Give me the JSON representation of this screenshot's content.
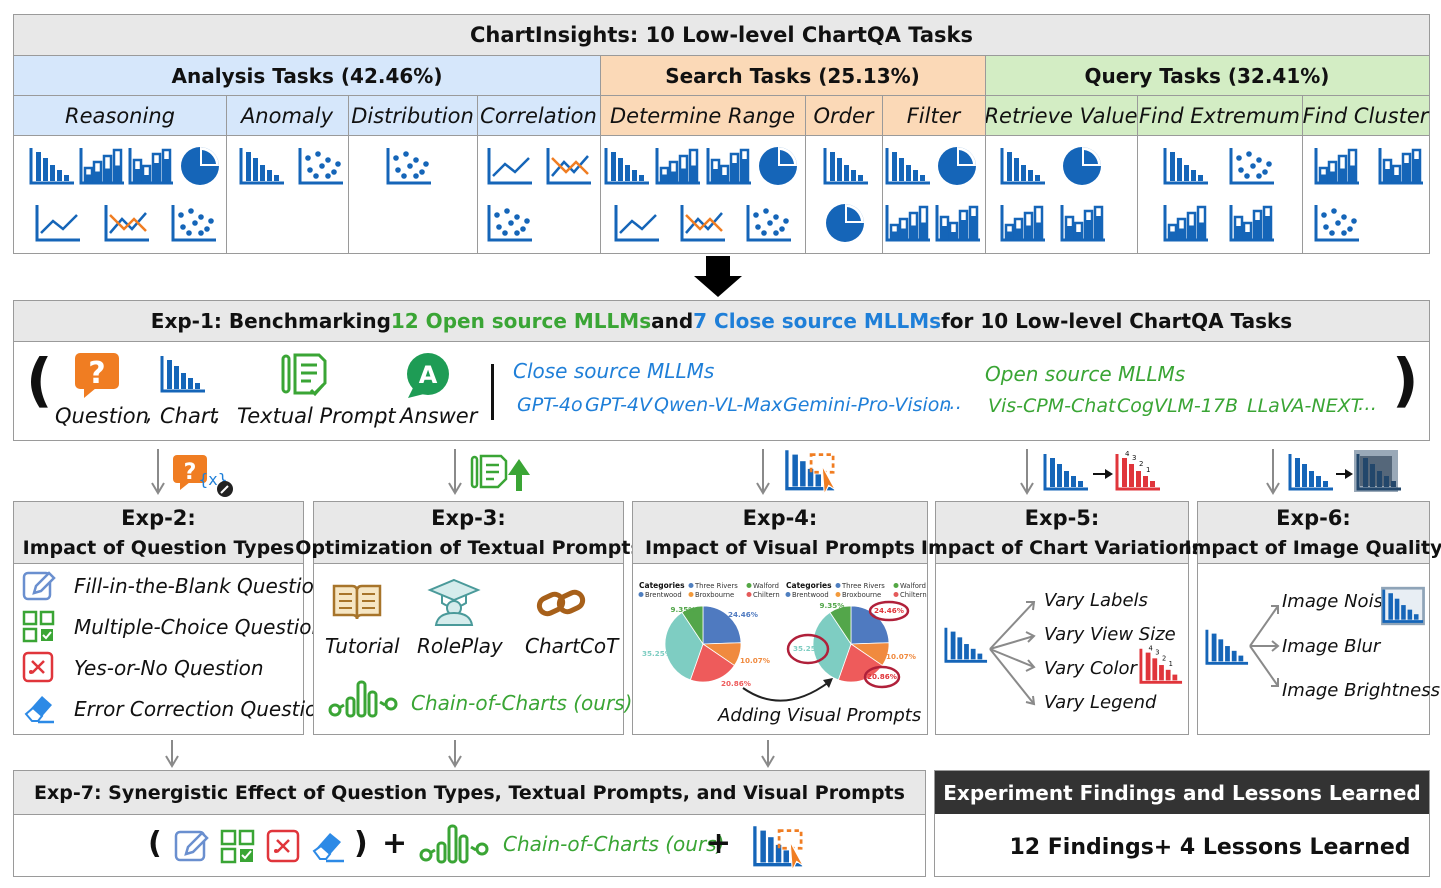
{
  "top": {
    "title": "ChartInsights: 10 Low-level ChartQA Tasks",
    "groups": [
      {
        "label": "Analysis Tasks (42.46%)",
        "color": "#d6e7fb"
      },
      {
        "label": "Search Tasks (25.13%)",
        "color": "#fbd9b7"
      },
      {
        "label": "Query Tasks (32.41%)",
        "color": "#d3edc4"
      }
    ],
    "tasks": [
      "Reasoning",
      "Anomaly",
      "Distribution",
      "Correlation",
      "Determine Range",
      "Order",
      "Filter",
      "Retrieve Value",
      "Find Extremum",
      "Find Cluster"
    ]
  },
  "exp1": {
    "title_pre": "Exp-1: Benchmarking ",
    "title_open": "12 Open source MLLMs",
    "title_and": " and ",
    "title_close": "7 Close source MLLMs",
    "title_post": " for 10 Low-level ChartQA Tasks",
    "paren_open": "(",
    "paren_close": ")",
    "inputs": [
      "Question",
      "Chart",
      "Textual Prompt",
      "Answer"
    ],
    "commas": [
      ",",
      ",",
      ","
    ],
    "answer_letter": "A",
    "close_label": "Close source MLLMs",
    "close_models": [
      "GPT-4o",
      "GPT-4V",
      "Qwen-VL-Max",
      "Gemini-Pro-Vision",
      "…"
    ],
    "open_label": "Open source MLLMs",
    "open_models": [
      "Vis-CPM-Chat",
      "CogVLM-17B",
      "LLaVA-NEXT",
      "…"
    ],
    "close_color": "#1f7fd8",
    "open_color": "#3aa535"
  },
  "exp2": {
    "title": "Exp-2:",
    "subtitle": "Impact of Question Types",
    "icon_label": "{x}",
    "items": [
      "Fill-in-the-Blank Question",
      "Multiple-Choice Question",
      "Yes-or-No Question",
      "Error Correction Question"
    ]
  },
  "exp3": {
    "title": "Exp-3:",
    "subtitle": "Optimization of Textual Prompts",
    "items": [
      "Tutorial",
      "RolePlay",
      "ChartCoT"
    ],
    "ours": "Chain-of-Charts (ours)"
  },
  "exp4": {
    "title": "Exp-4:",
    "subtitle": "Impact of Visual Prompts",
    "legend_title": "Categories",
    "legend": [
      "Three Rivers",
      "Walford",
      "Brentwood",
      "Broxbourne",
      "Chiltern"
    ],
    "legend_colors": [
      "#4f7fbf",
      "#54a744",
      "#4f7fbf",
      "#f39a3b",
      "#e45a5a"
    ],
    "pie_values": [
      24.46,
      10.07,
      20.86,
      35.25,
      9.35
    ],
    "pie_labels": [
      "24.46%",
      "10.07%",
      "20.86%",
      "35.25%",
      "9.35%"
    ],
    "pie_colors": [
      "#4f7ac0",
      "#f08a3e",
      "#ee5b5b",
      "#7ecdc2",
      "#53a64a"
    ],
    "caption": "Adding Visual Prompts"
  },
  "exp5": {
    "title": "Exp-5:",
    "subtitle": "Impact of Chart Variations",
    "items": [
      "Vary Labels",
      "Vary View Size",
      "Vary Color",
      "Vary Legend"
    ],
    "icon_digits": [
      "4",
      "3",
      "2",
      "1"
    ]
  },
  "exp6": {
    "title": "Exp-6:",
    "subtitle": "Impact of Image Quality",
    "items": [
      "Image Noise",
      "Image Blur",
      "Image Brightness"
    ]
  },
  "exp7": {
    "title": "Exp-7: Synergistic Effect of Question Types, Textual Prompts, and Visual Prompts",
    "paren_open": "(",
    "paren_close": ")",
    "plus": "+",
    "ours": "Chain-of-Charts (ours)"
  },
  "findings": {
    "title": "Experiment Findings and Lessons Learned",
    "body": "12 Findings+ 4 Lessons Learned"
  },
  "colors": {
    "blue": "#1565b8",
    "orange": "#f07d22",
    "green": "#3aa535",
    "red": "#e0353b",
    "gray_header": "#e8e8e8"
  }
}
